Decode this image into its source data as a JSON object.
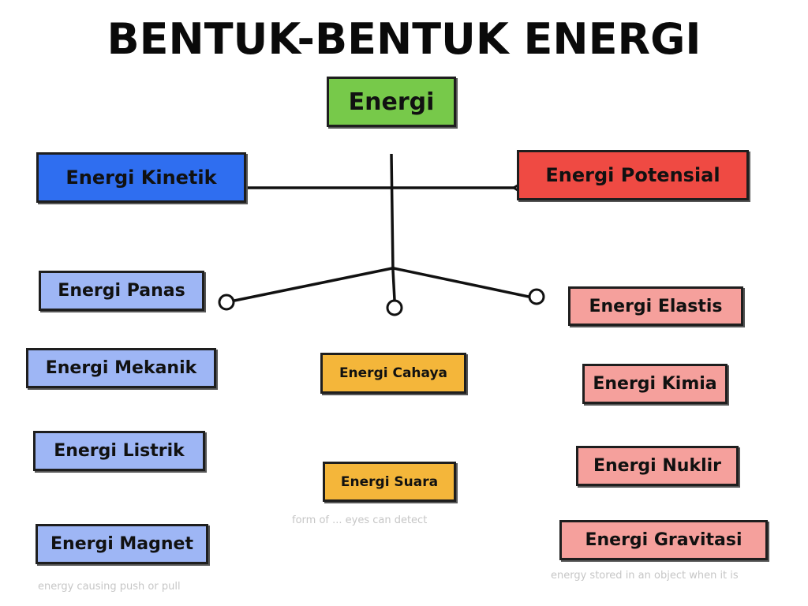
{
  "title": "BENTUK-BENTUK ENERGI",
  "root": {
    "label": "Energi",
    "color": "#77c94a"
  },
  "main_categories": [
    {
      "label": "Energi Kinetik",
      "color": "#2f6ef0"
    },
    {
      "label": "Energi Potensial",
      "color": "#ef4a43"
    }
  ],
  "left_column": [
    "Energi Panas",
    "Energi Mekanik",
    "Energi Listrik",
    "Energi Magnet"
  ],
  "center_column": [
    "Energi Cahaya",
    "Energi Suara"
  ],
  "right_column": [
    "Energi Elastis",
    "Energi Kimia",
    "Energi Nuklir",
    "Energi Gravitasi"
  ],
  "faint_captions": {
    "light": "form of ... eyes can detect",
    "magnet": "energy causing push or pull",
    "gravity": "energy stored in an object when it is"
  },
  "colors": {
    "kinetic_group": "#9eb6f5",
    "potential_group": "#f5a09c",
    "wave_group": "#f4b63a"
  }
}
